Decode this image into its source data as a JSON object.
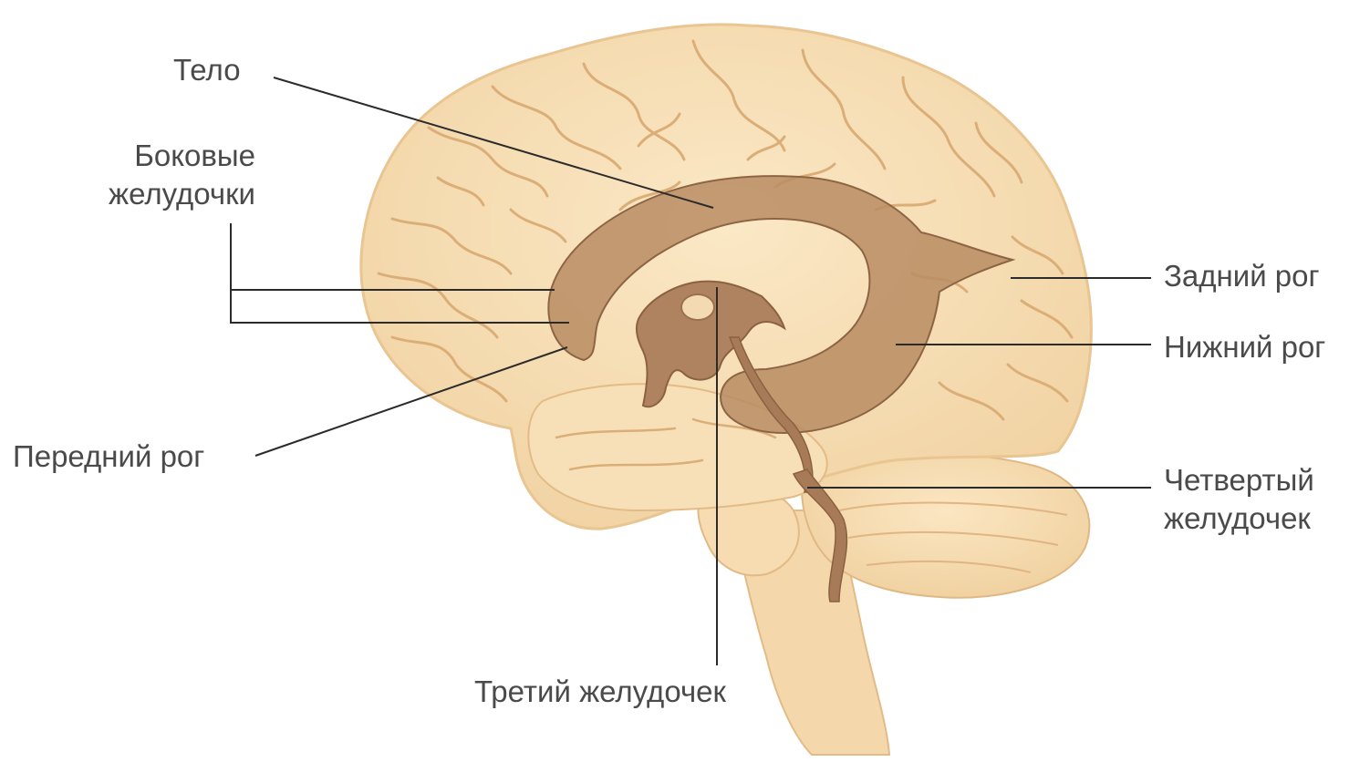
{
  "labels": {
    "body": "Тело",
    "lateral_ventricles": [
      "Боковые",
      "желудочки"
    ],
    "anterior_horn": "Передний рог",
    "posterior_horn": "Задний рог",
    "inferior_horn": "Нижний рог",
    "fourth_ventricle": [
      "Четвертый",
      "желудочек"
    ],
    "third_ventricle": "Третий желудочек"
  },
  "colors": {
    "brain_fill": "#f7deb5",
    "brain_edge": "#ecc898",
    "sulcus": "#d9ad78",
    "ventricle": "#b98d64",
    "ventricle_dark": "#9e7450",
    "leader_line": "#2b2b2b",
    "label_text": "#4a4a4a"
  }
}
